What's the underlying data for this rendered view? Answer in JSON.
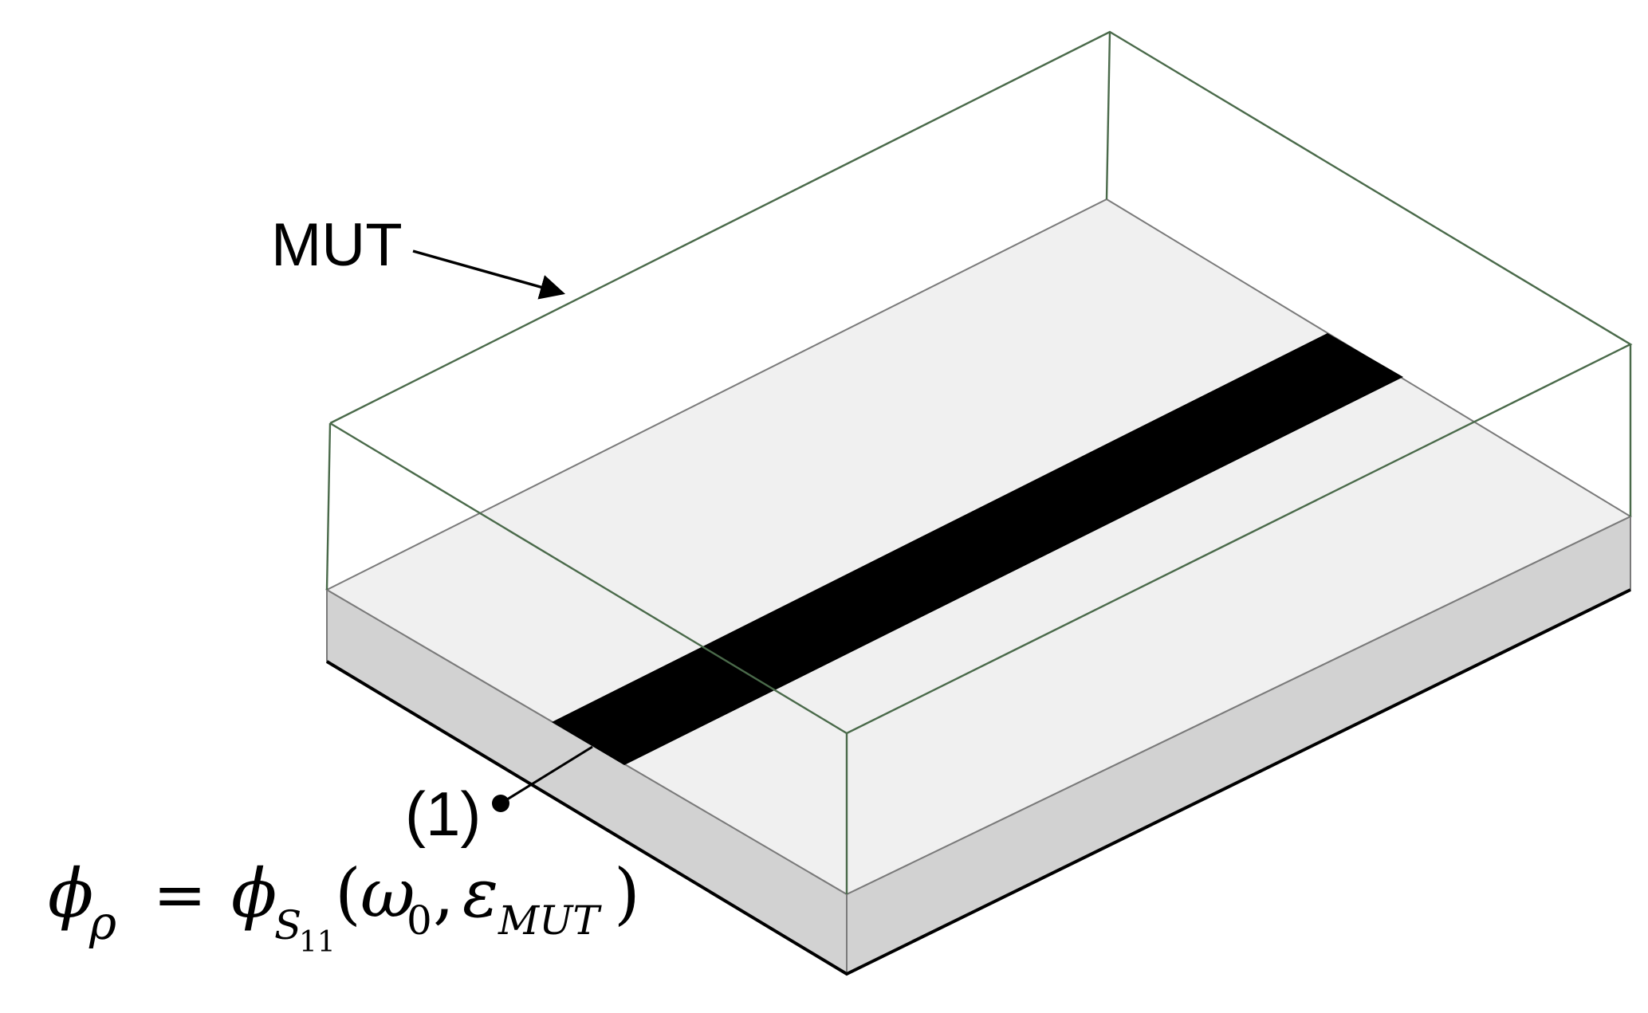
{
  "labels": {
    "mut": "MUT",
    "port": "(1)"
  },
  "equation": {
    "lhs_symbol": "ϕ",
    "lhs_subscript": "ρ",
    "equals": "=",
    "rhs_symbol": "ϕ",
    "rhs_subscript": "S",
    "rhs_subsubscript": "11",
    "open_paren": "(",
    "arg_omega": "ω",
    "arg_omega_sub": "0",
    "comma": ",",
    "arg_epsilon": "ε",
    "arg_epsilon_sub": "MUT",
    "close_paren": ")"
  },
  "colors": {
    "mut_outline": "#4a6a4a",
    "substrate_top": "#f0f0f0",
    "substrate_side": "#d2d2d2",
    "substrate_edge": "#7a7a7a",
    "strip": "#000000",
    "annotation": "#000000"
  }
}
